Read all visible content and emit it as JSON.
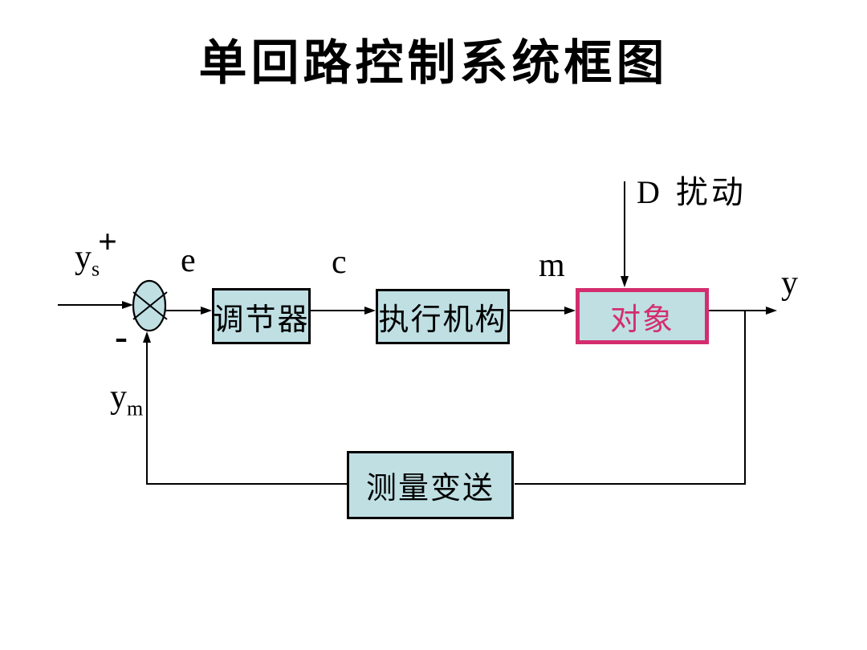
{
  "title": "单回路控制系统框图",
  "colors": {
    "background": "#ffffff",
    "line": "#000000",
    "block_fill": "#bfdfe3",
    "block_border": "#000000",
    "plant_border": "#d42d6e",
    "plant_text": "#d42d6e"
  },
  "blocks": {
    "regulator": "调节器",
    "actuator": "执行机构",
    "plant": "对象",
    "transmitter": "测量变送"
  },
  "signals": {
    "setpoint_base": "y",
    "setpoint_sub": "s",
    "plus": "+",
    "minus": "-",
    "error": "e",
    "controller_output": "c",
    "manipulated": "m",
    "output": "y",
    "feedback_base": "y",
    "feedback_sub": "m",
    "disturbance_var": "D",
    "disturbance_word": "扰动"
  }
}
